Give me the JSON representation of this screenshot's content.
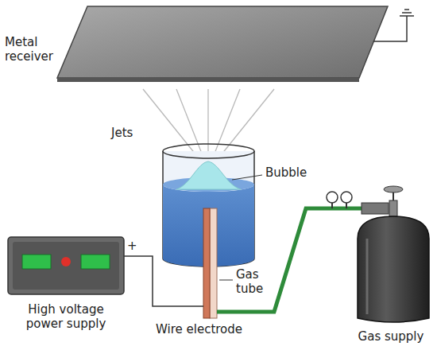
{
  "diagram": {
    "labels": [
      "Metal receiver",
      "Jets",
      "Bubble",
      "Gas tube",
      "Wire electrode",
      "High voltage power supply",
      "Gas supply",
      "+"
    ]
  }
}
